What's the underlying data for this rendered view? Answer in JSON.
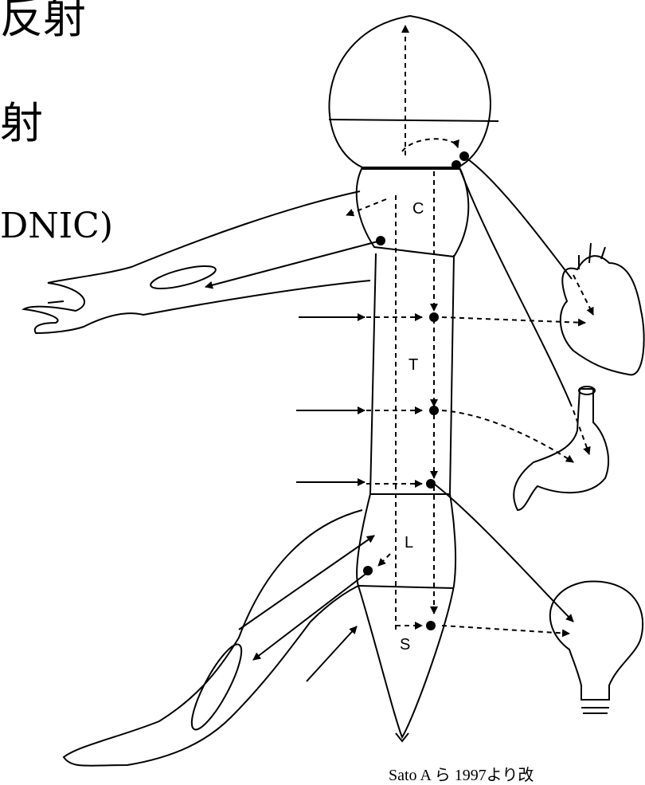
{
  "heading": {
    "line1": "反射",
    "line2": "射",
    "line3": "DNIC)"
  },
  "segments": [
    "C",
    "T",
    "L",
    "S"
  ],
  "source_text": "Sato A ら 1997より改",
  "colors": {
    "ink": "#000000",
    "background": "#ffffff"
  }
}
